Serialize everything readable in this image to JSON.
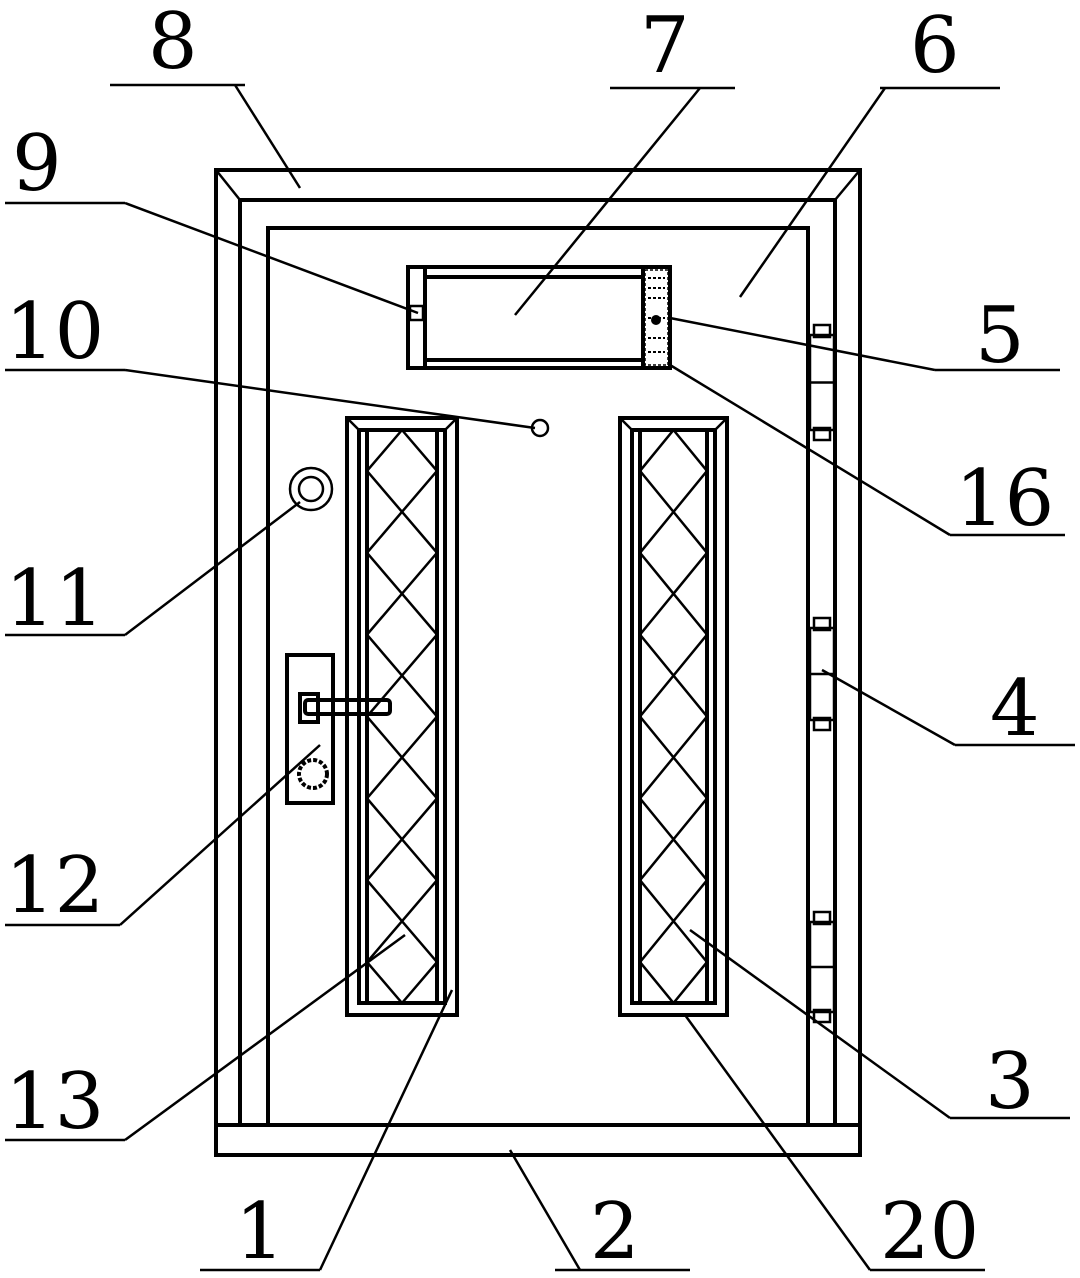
{
  "figure": {
    "labels": {
      "frame_top": "8",
      "display_panel": "7",
      "door_leaf": "6",
      "camera": "9",
      "sensor": "10",
      "speaker": "5",
      "keypad": "16",
      "peephole": "11",
      "hinge": "4",
      "lock_plate": "12",
      "glass_lattice_right": "3",
      "glass_lattice_left": "13",
      "window_frame_left": "1",
      "door_sill": "2",
      "window_frame_right": "20"
    },
    "line_color": "#000000",
    "background": "#ffffff"
  }
}
